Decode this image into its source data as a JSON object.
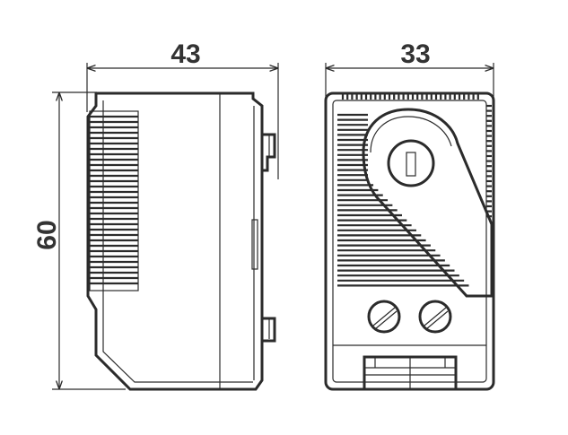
{
  "dimensions": {
    "side_width": "43",
    "front_width": "33",
    "height": "60"
  },
  "colors": {
    "line": "#2b2b2b",
    "text": "#333333",
    "background": "#ffffff"
  }
}
